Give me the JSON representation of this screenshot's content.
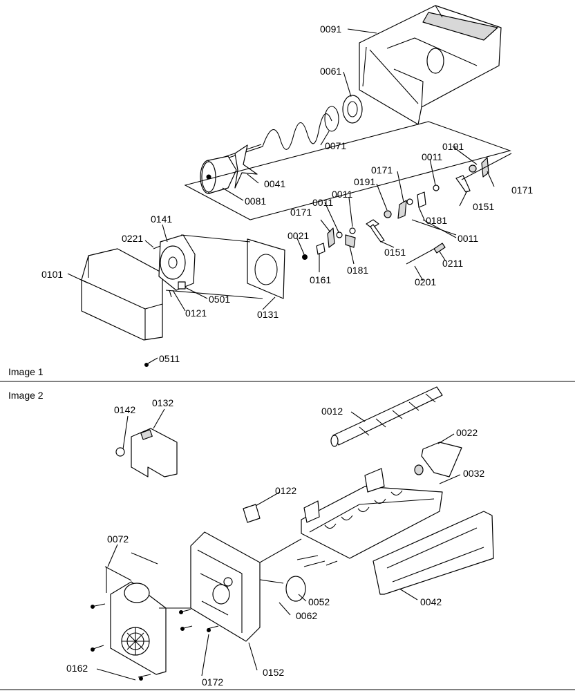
{
  "panels": [
    {
      "caption": "Image 1"
    },
    {
      "caption": "Image 2"
    }
  ],
  "labels": {
    "p0091": "0091",
    "p0061": "0061",
    "p0071": "0071",
    "p0191a": "0191",
    "p0011a": "0011",
    "p0171a": "0171",
    "p0191b": "0191",
    "p0011b": "0011",
    "p0011c": "0011",
    "p0171b": "0171",
    "p0151a": "0151",
    "p0041": "0041",
    "p0081": "0081",
    "p0181a": "0181",
    "p0011d": "0011",
    "p0141": "0141",
    "p0021": "0021",
    "p0221": "0221",
    "p0151b": "0151",
    "p0211": "0211",
    "p0101": "0101",
    "p0161": "0161",
    "p0181b": "0181",
    "p0201": "0201",
    "p0501": "0501",
    "p0121": "0121",
    "p0131": "0131",
    "p0511": "0511",
    "p0171c": "0171",
    "p0142": "0142",
    "p0132": "0132",
    "p0012": "0012",
    "p0022": "0022",
    "p0032": "0032",
    "p0122": "0122",
    "p0072": "0072",
    "p0052": "0052",
    "p0062": "0062",
    "p0042": "0042",
    "p0162": "0162",
    "p0172": "0172",
    "p0152": "0152"
  }
}
